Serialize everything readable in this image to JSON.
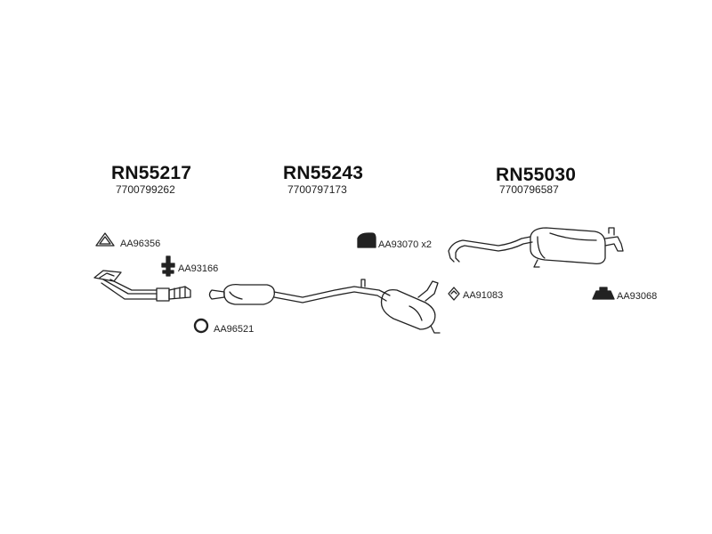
{
  "groups": [
    {
      "part": "RN55217",
      "oem": "7700799262"
    },
    {
      "part": "RN55243",
      "oem": "7700797173"
    },
    {
      "part": "RN55030",
      "oem": "7700796587"
    }
  ],
  "accessories": {
    "a1": "AA96356",
    "a2": "AA93166",
    "a3": "AA96521",
    "a4": "AA93070 x2",
    "a5": "AA91083",
    "a6": "AA93068"
  },
  "icons": [
    "ring-gasket-icon",
    "bracket-icon",
    "o-ring-icon",
    "rubber-mount-icon",
    "clamp-icon",
    "mount-pad-icon"
  ]
}
